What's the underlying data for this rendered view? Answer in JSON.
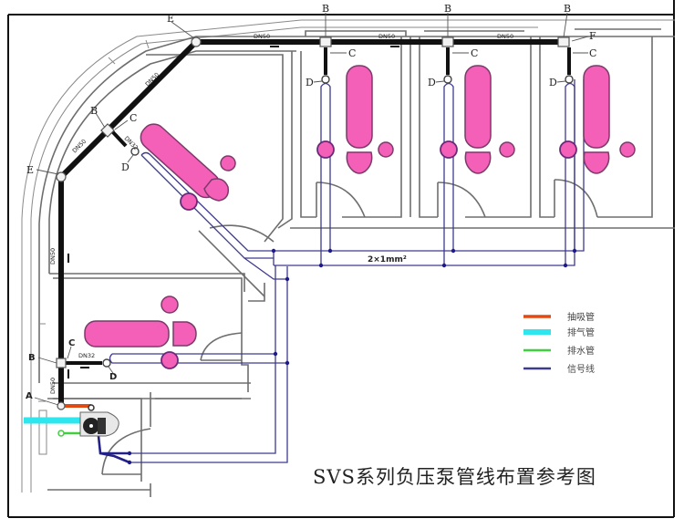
{
  "title": "SVS系列负压泵管线布置参考图",
  "legend": {
    "items": [
      {
        "label": "抽吸管",
        "color": "#e14a12",
        "name": "suction-pipe"
      },
      {
        "label": "排气管",
        "color": "#2ee6ee",
        "name": "exhaust-pipe"
      },
      {
        "label": "排水管",
        "color": "#3fcf3f",
        "name": "drain-pipe"
      },
      {
        "label": "信号线",
        "color": "#3d3a8f",
        "name": "signal-line"
      }
    ]
  },
  "colors": {
    "fixture": "#f45fb8",
    "main_pipe": "#111111",
    "signal": "#3d3a8f",
    "wall": "#6e6e6e"
  },
  "labels": {
    "A": "A",
    "B": "B",
    "C": "C",
    "D": "D",
    "E": "E",
    "F": "F"
  },
  "pipe_sizes": {
    "main": "DN50",
    "branch": "DN32"
  },
  "cable_spec": "2×1mm²",
  "rooms": [
    {
      "name": "room-1",
      "fitting_labels": [
        "B",
        "C",
        "D"
      ]
    },
    {
      "name": "room-2",
      "fitting_labels": [
        "B",
        "C",
        "D"
      ]
    },
    {
      "name": "room-3",
      "fitting_labels": [
        "B",
        "C",
        "D",
        "F"
      ]
    },
    {
      "name": "room-diagonal",
      "fitting_labels": [
        "B",
        "C",
        "D"
      ]
    },
    {
      "name": "room-lower",
      "fitting_labels": [
        "B",
        "C",
        "D"
      ]
    }
  ],
  "pump_connection_label": "A",
  "corner_label": "E"
}
